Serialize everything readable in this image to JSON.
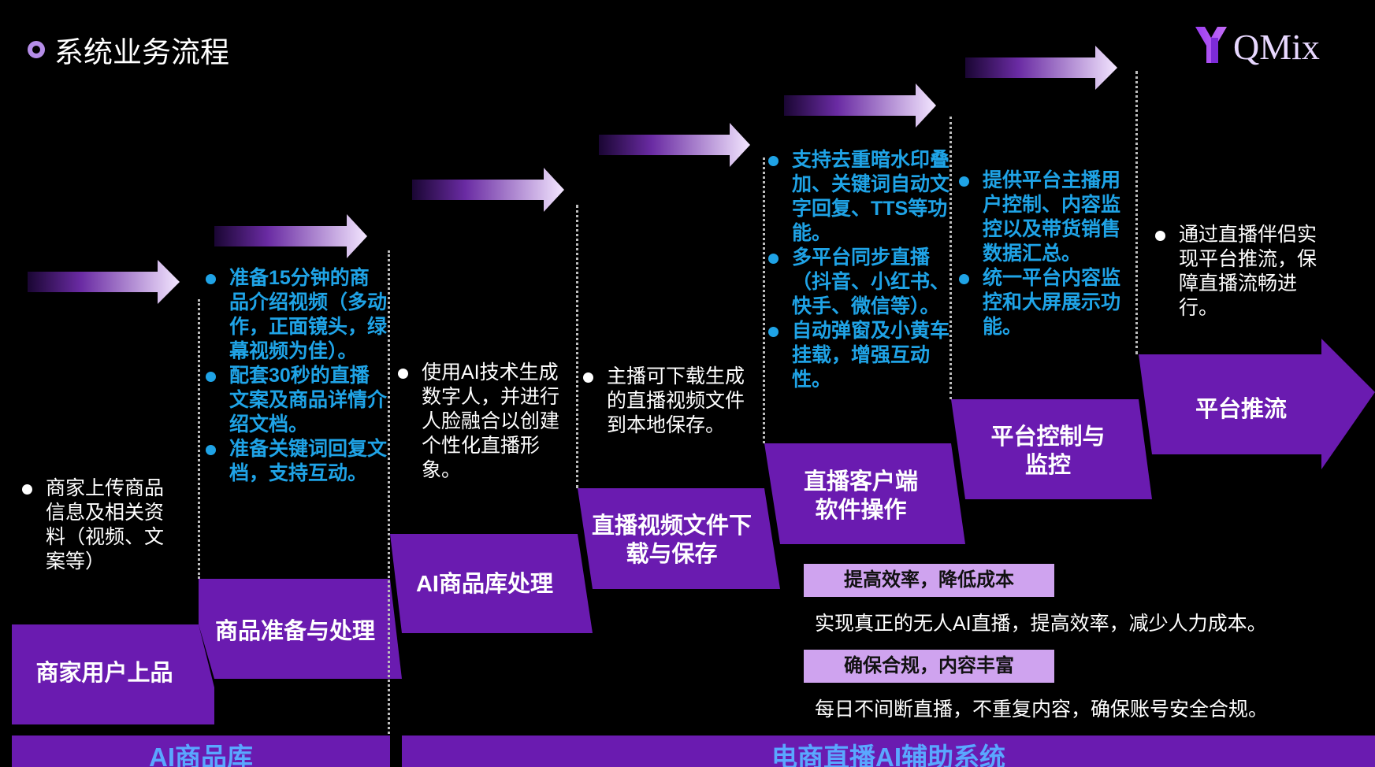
{
  "header": {
    "title": "系统业务流程",
    "logo": "QMix"
  },
  "steps": [
    {
      "label": "商家用户上品",
      "desc": [
        "商家上传商品信息及相关资料（视频、文案等）"
      ],
      "style": "white"
    },
    {
      "label": "商品准备与处理",
      "desc": [
        "准备15分钟的商品介绍视频（多动作，正面镜头，绿幕视频为佳）。",
        "配套30秒的直播文案及商品详情介绍文档。",
        "准备关键词回复文档，支持互动。"
      ],
      "style": "blue"
    },
    {
      "label": "AI商品库处理",
      "desc": [
        "使用AI技术生成数字人，并进行人脸融合以创建个性化直播形象。"
      ],
      "style": "white"
    },
    {
      "label": "直播视频文件下载与保存",
      "desc": [
        "主播可下载生成的直播视频文件到本地保存。"
      ],
      "style": "white"
    },
    {
      "label": "直播客户端软件操作",
      "desc": [
        "支持去重暗水印叠加、关键词自动文字回复、TTS等功能。",
        "多平台同步直播（抖音、小红书、快手、微信等）。",
        "自动弹窗及小黄车挂载，增强互动性。"
      ],
      "style": "blue"
    },
    {
      "label": "平台控制与监控",
      "desc": [
        "提供平台主播用户控制、内容监控以及带货销售数据汇总。",
        "统一平台内容监控和大屏展示功能。"
      ],
      "style": "blue"
    },
    {
      "label": "平台推流",
      "desc": [
        "通过直播伴侣实现平台推流，保障直播流畅进行。"
      ],
      "style": "white"
    }
  ],
  "benefits": [
    {
      "tag": "提高效率，降低成本",
      "text": "实现真正的无人AI直播，提高效率，减少人力成本。"
    },
    {
      "tag": "确保合规，内容丰富",
      "text": "每日不间断直播，不重复内容，确保账号安全合规。"
    }
  ],
  "bottom": {
    "left": "AI商品库",
    "right": "电商直播AI辅助系统"
  },
  "colors": {
    "accent": "#6a1bb0",
    "blue_text": "#1fa3e6",
    "tag_bg": "#cfa3ef"
  }
}
